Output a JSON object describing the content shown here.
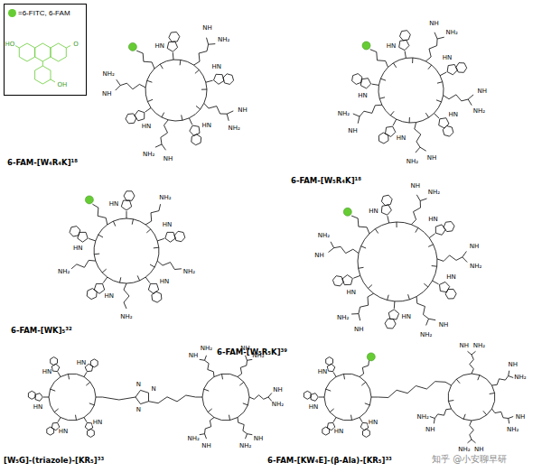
{
  "diagram": {
    "labels": [
      "6-FAM-[W₄R₄K]¹⁸",
      "6-FAM-[W₅R₄K]¹⁸",
      "6-FAM-[WK]₅³²",
      "6-FAM-[W₅R₅K]³⁹",
      "[W₅G]-(triazole)-[KR₅]³³",
      "6-FAM-[KW₄E]-(β-Ala)-[KR₅]³³",
      "知乎 @小安聊早研",
      "HO",
      "O",
      "OH",
      "HN",
      "NH",
      "NH₂",
      "HN",
      "NH",
      "NH₂",
      "HN",
      "NH",
      "NH₂",
      "HN",
      "NH",
      "NH₂",
      "HN",
      "NH",
      "NH₂",
      "HN",
      "NH",
      "NH₂",
      "HN",
      "NH",
      "NH₂",
      "HN",
      "NH",
      "NH₂",
      "HN",
      "HN",
      "NH₂",
      "HN",
      "NH₂",
      "HN",
      "NH₂",
      "HN",
      "NH₂",
      "HN",
      "HN",
      "NH",
      "NH₂",
      "HN",
      "NH",
      "NH₂",
      "HN",
      "NH",
      "NH₂",
      "HN",
      "NH",
      "NH₂",
      "HN",
      "NH",
      "NH₂",
      "HN",
      "HN",
      "HN",
      "HN",
      "HN",
      "N",
      "N",
      "N",
      "NH",
      "NH₂",
      "NH",
      "NH₂",
      "NH",
      "NH₂",
      "NH",
      "NH₂",
      "NH",
      "NH₂",
      "HN",
      "HN",
      "HN",
      "HN",
      "NH",
      "NH₂",
      "NH",
      "NH₂",
      "NH",
      "NH₂",
      "NH",
      "NH₂",
      "NH",
      "NH₂"
    ],
    "legend": [
      {
        "text": "=6-FITC, 6-FAM",
        "color": "#66cc33"
      }
    ]
  }
}
